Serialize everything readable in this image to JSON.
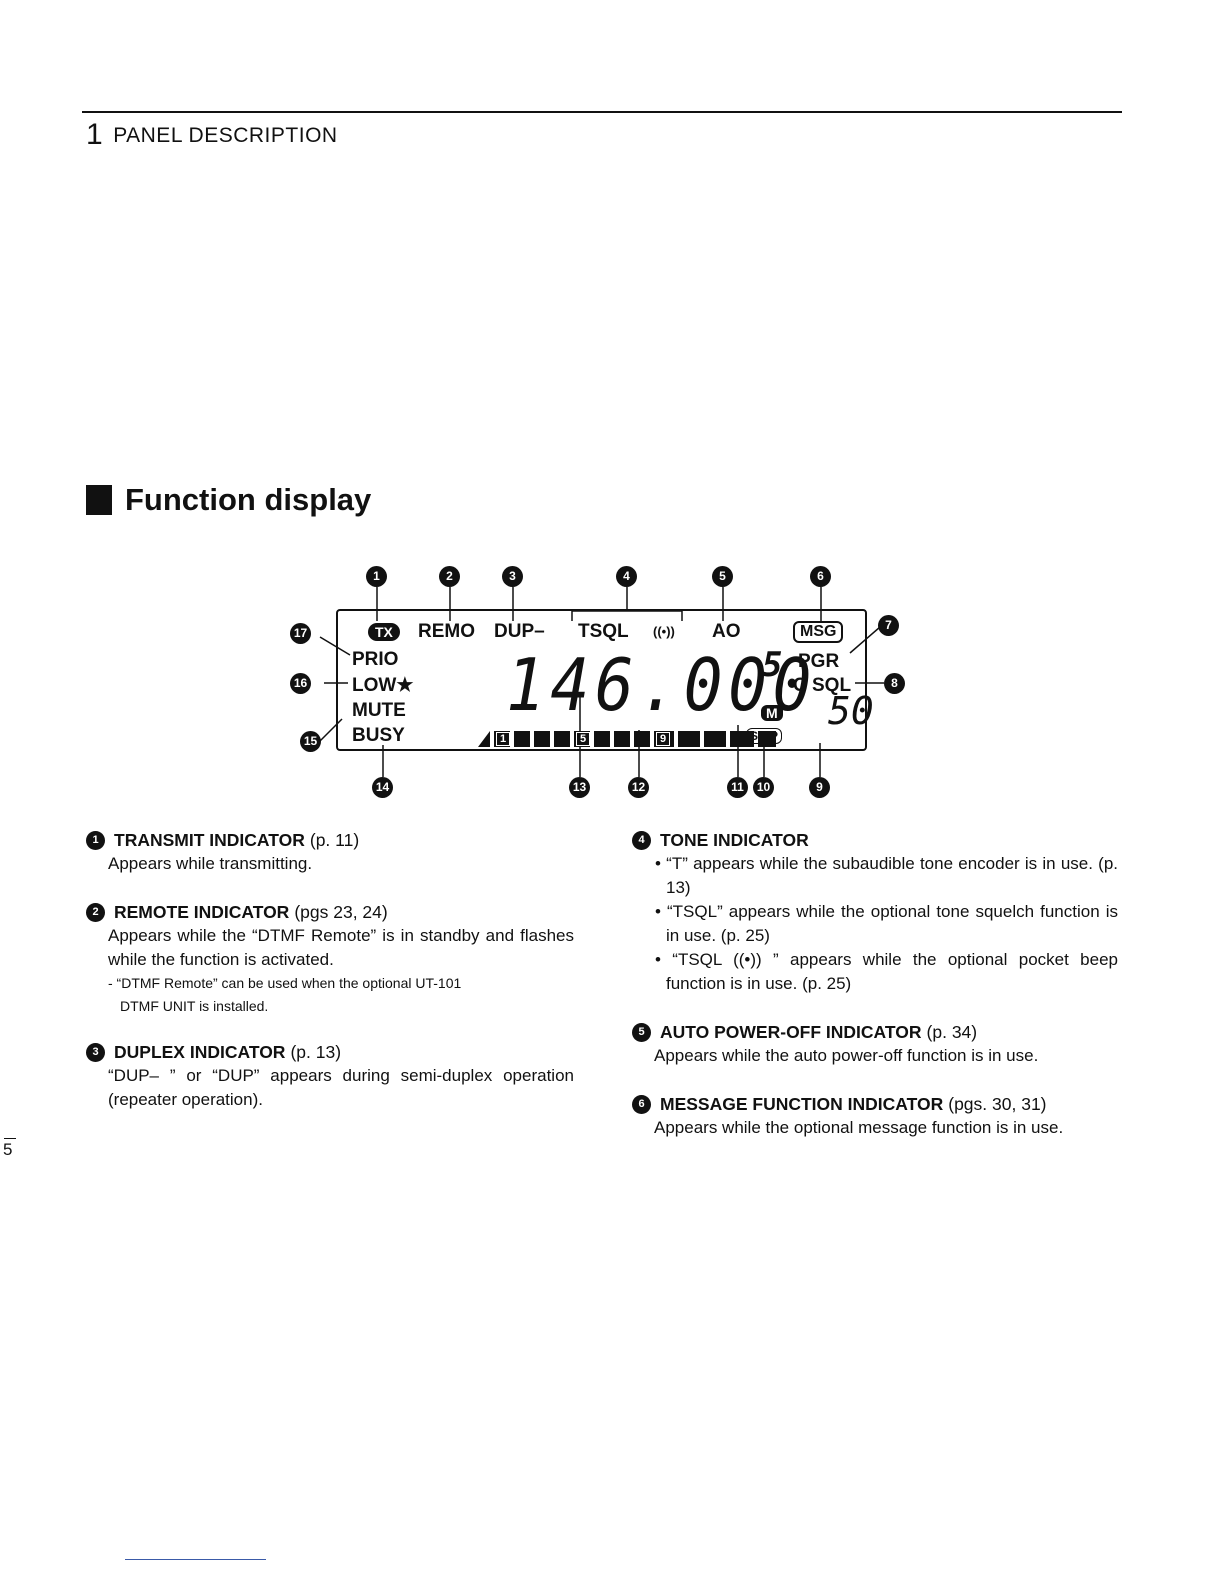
{
  "header": {
    "chapter_number": "1",
    "chapter_title": "PANEL DESCRIPTION"
  },
  "section": {
    "title": "Function display"
  },
  "figure": {
    "callouts_top": [
      "1",
      "2",
      "3",
      "4",
      "5",
      "6"
    ],
    "callouts_right": [
      "7",
      "8"
    ],
    "callouts_bottom": [
      "14",
      "13",
      "12",
      "11",
      "10",
      "9"
    ],
    "callouts_left": [
      "17",
      "16",
      "15"
    ],
    "lcd": {
      "tx": "TX",
      "remo": "REMO",
      "dup": "DUP–",
      "tsql": "TSQL",
      "pocket_beep": "((•))",
      "ao": "AO",
      "msg": "MSG",
      "prio": "PRIO",
      "low": "LOW★",
      "mute": "MUTE",
      "busy": "BUSY",
      "pgr": "PGR",
      "csql": "C SQL",
      "m": "M",
      "skip": "SKIP",
      "frequency": "146.000",
      "frequency_sub": "5",
      "channel": "50",
      "s_meter_labels": [
        "1",
        "5",
        "9"
      ]
    }
  },
  "left_column": [
    {
      "number": "1",
      "title": "TRANSMIT INDICATOR",
      "ref": "(p. 11)",
      "body": "Appears while transmitting."
    },
    {
      "number": "2",
      "title": "REMOTE INDICATOR",
      "ref": "(pgs 23, 24)",
      "body": "Appears while the “DTMF Remote” is in standby and flashes while the function is activated.",
      "note_line1": "- “DTMF Remote” can be used when the optional UT-101",
      "note_line2": "DTMF UNIT is installed."
    },
    {
      "number": "3",
      "title": "DUPLEX INDICATOR",
      "ref": "(p. 13)",
      "body": "“DUP– ” or “DUP” appears during semi-duplex operation (repeater operation)."
    }
  ],
  "right_column": [
    {
      "number": "4",
      "title": "TONE INDICATOR",
      "bullets": [
        "• “T” appears while the subaudible tone encoder is in use. (p. 13)",
        "• “TSQL” appears while the optional tone squelch function is in use. (p. 25)",
        "• “TSQL ((•)) ” appears while the optional pocket beep function is in use. (p. 25)"
      ]
    },
    {
      "number": "5",
      "title": "AUTO POWER-OFF INDICATOR",
      "ref": "(p. 34)",
      "body": "Appears while the auto power-off function is in use."
    },
    {
      "number": "6",
      "title": "MESSAGE FUNCTION INDICATOR",
      "ref": "(pgs. 30, 31)",
      "body": "Appears while the optional message function is in use."
    }
  ],
  "page_number": "5"
}
